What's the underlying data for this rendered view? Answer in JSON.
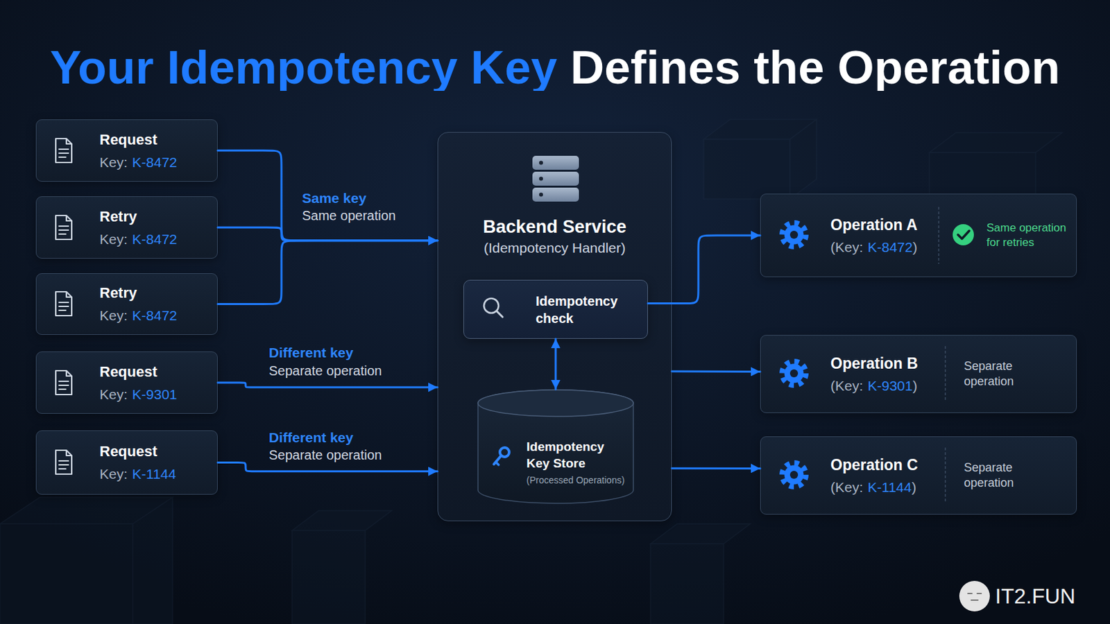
{
  "diagram": {
    "title": "Your Idempotency Key Defines the Operation",
    "nodes": [
      {
        "text": [
          "Request",
          "Key:",
          "K-8472"
        ]
      },
      {
        "text": [
          "Retry",
          "Key:",
          "K-8472"
        ]
      },
      {
        "text": [
          "Retry",
          "Key:",
          "K-8472"
        ]
      },
      {
        "text": [
          "Request",
          "Key:",
          "K-9301"
        ]
      },
      {
        "text": [
          "Request",
          "Key:",
          "K-1144"
        ]
      },
      {
        "text": [
          "Backend Service",
          "(Idempotency Handler)"
        ]
      },
      {
        "text": [
          "Idempotency check"
        ],
        "in": 5
      },
      {
        "text": [
          "Idempotency Key Store",
          "(Processed Operations)"
        ],
        "in": 5
      },
      {
        "text": [
          "Operation A",
          "(Key:",
          "K-8472",
          ")",
          "Same operation for retries"
        ]
      },
      {
        "text": [
          "Operation B",
          "(Key:",
          "K-9301",
          ")",
          "Separate operation"
        ]
      },
      {
        "text": [
          "Operation C",
          "(Key:",
          "K-1144",
          ")",
          "Separate operation"
        ]
      }
    ],
    "edges": [
      {
        "from": 0,
        "to": 5,
        "arrow": "to",
        "label": "Same key"
      },
      {
        "from": 1,
        "to": 5,
        "arrow": "to"
      },
      {
        "from": 2,
        "to": 5,
        "arrow": "to"
      },
      {
        "from": 3,
        "to": 5,
        "arrow": "to",
        "label": "Different key"
      },
      {
        "from": 4,
        "to": 5,
        "arrow": "to",
        "label": "Different key"
      },
      {
        "from": 6,
        "to": 8,
        "arrow": "to"
      },
      {
        "from": 5,
        "to": 9,
        "arrow": "to"
      },
      {
        "from": 5,
        "to": 10,
        "arrow": "to"
      },
      {
        "from": 6,
        "to": 7,
        "arrow": "both"
      }
    ],
    "labels": [
      "Same operation",
      "Separate operation",
      "Separate operation",
      "IT2.FUN"
    ]
  }
}
